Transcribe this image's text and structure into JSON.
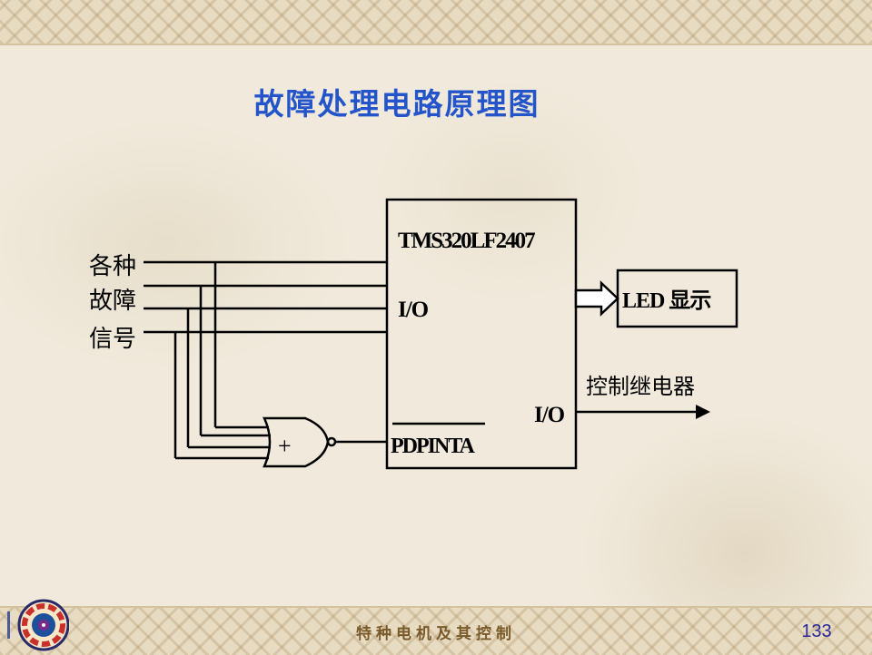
{
  "title": "故障处理电路原理图",
  "inputs": {
    "line1": "各种",
    "line2": "故障",
    "line3": "信号"
  },
  "chip": {
    "name": "TMS320LF2407",
    "io_left": "I/O",
    "io_right": "I/O",
    "pdpinta": "PDPINTA"
  },
  "gate": {
    "symbol": "+"
  },
  "display": {
    "label": "LED 显示"
  },
  "relay": {
    "label": "控制继电器"
  },
  "footer": {
    "text": "特种电机及其控制",
    "page": "133"
  },
  "colors": {
    "title": "#2454c9",
    "background": "#f1eadc",
    "band": "#e7dbc1"
  }
}
